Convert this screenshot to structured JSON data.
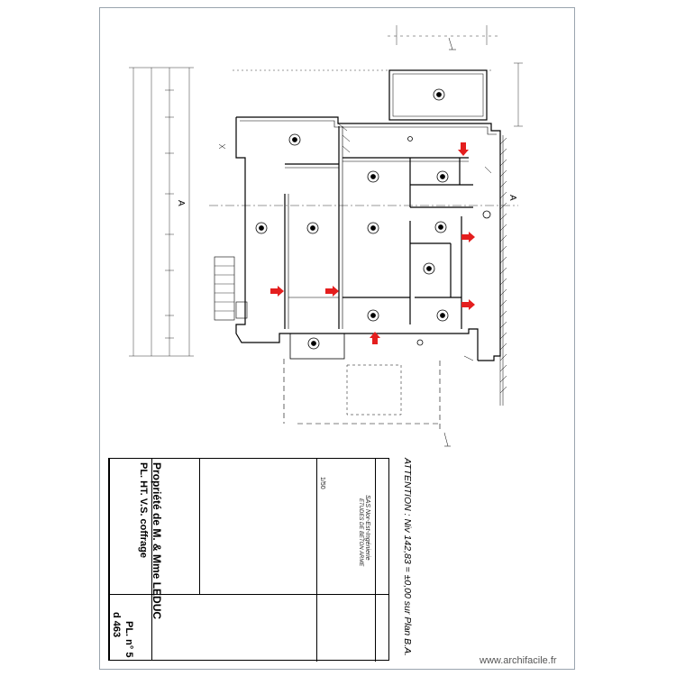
{
  "drawing": {
    "attention_note": "ATTENTION : Niv 142,83 = ±0,00 sur Plan B.A.",
    "project_title": "Propriété de M. & Mme LEDUC",
    "plan_title": "PL. HT. V.S. coffrage",
    "sheet_ref": "PL. n° 5",
    "dossier_ref": "d 463",
    "engineer_office": "SAS Nor-Est-Ingénierie",
    "engineer_sub": "ETUDES DE BETON ARME",
    "gauge": "1/50",
    "grid_marks": [
      "A",
      "A"
    ]
  },
  "watermark": {
    "site": "www.archifacile.fr"
  },
  "colors": {
    "arrow": "#e41e1e",
    "line": "#000000",
    "sheet_border": "#9aa4ae"
  }
}
